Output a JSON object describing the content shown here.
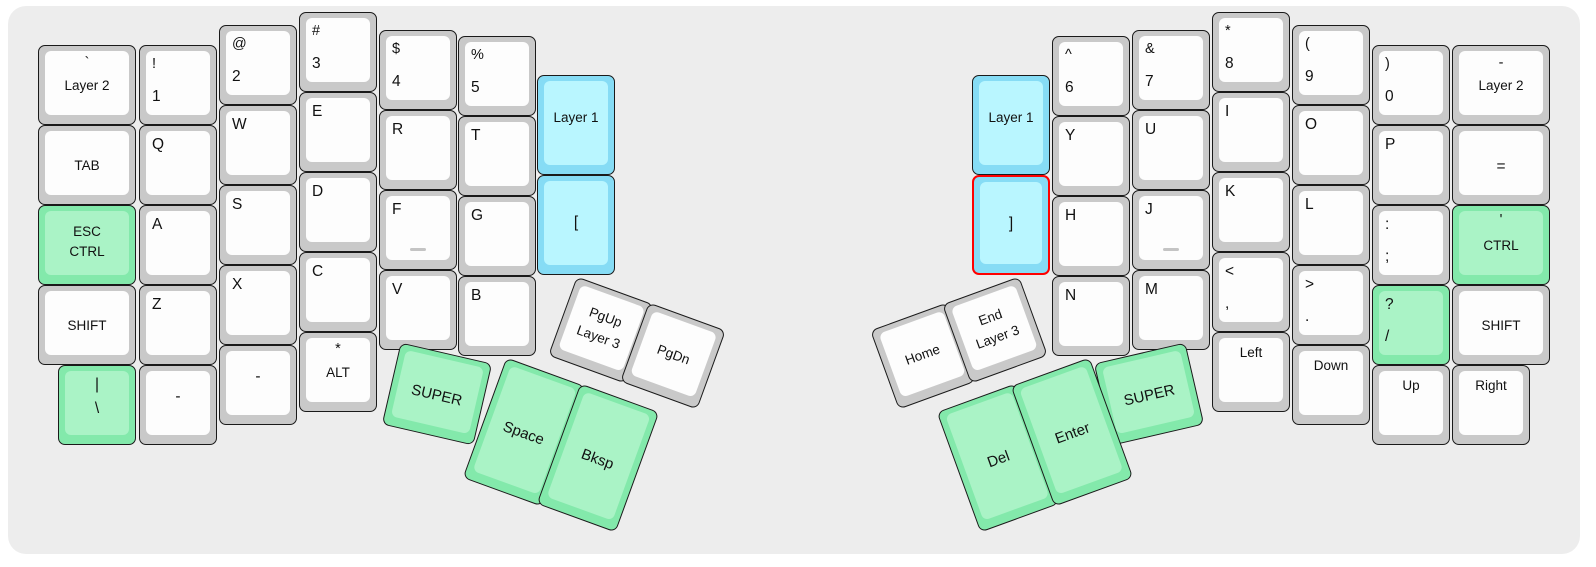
{
  "app": {
    "title": "Keyboard Layout Editor",
    "canvas_background": "#ededed",
    "page_background": "#ffffff"
  },
  "legend": {
    "colors": {
      "plain_key_outer": "#c9c9c9",
      "plain_key_cap": "#fdfdfd",
      "green_outer": "#83e9ab",
      "green_cap": "#aaf3c6",
      "blue_outer": "#86dcf5",
      "blue_cap": "#b9f6ff",
      "selection_outline": "#ff0000",
      "key_border": "#1a1a1a",
      "homing_bar": "#c4c4c4"
    }
  },
  "selection": {
    "selected_key": "]",
    "outline_color": "#ff0000"
  },
  "left_half": {
    "name": "left-half",
    "columns": [
      {
        "name": "pinky-outer",
        "keys": [
          {
            "top": "`",
            "main": "Layer 2",
            "style": "plain",
            "align": "center"
          },
          {
            "top": "",
            "main": "TAB",
            "style": "plain",
            "align": "center"
          },
          {
            "top": "ESC",
            "main": "CTRL",
            "style": "green",
            "align": "center"
          },
          {
            "top": "",
            "main": "SHIFT",
            "style": "plain",
            "align": "center"
          }
        ]
      },
      {
        "name": "pinky",
        "keys": [
          {
            "top": "!",
            "main": "1",
            "style": "plain",
            "align": "left"
          },
          {
            "top": "Q",
            "main": "",
            "style": "plain",
            "align": "left"
          },
          {
            "top": "A",
            "main": "",
            "style": "plain",
            "align": "left"
          },
          {
            "top": "Z",
            "main": "",
            "style": "plain",
            "align": "left"
          },
          {
            "top": "|",
            "main": "\\",
            "style": "green",
            "align": "center"
          }
        ]
      },
      {
        "name": "ring",
        "keys": [
          {
            "top": "@",
            "main": "2",
            "style": "plain",
            "align": "left"
          },
          {
            "top": "W",
            "main": "",
            "style": "plain",
            "align": "left"
          },
          {
            "top": "S",
            "main": "",
            "style": "plain",
            "align": "left"
          },
          {
            "top": "X",
            "main": "",
            "style": "plain",
            "align": "left"
          },
          {
            "top": "-",
            "main": "",
            "style": "plain",
            "align": "center"
          }
        ]
      },
      {
        "name": "middle",
        "keys": [
          {
            "top": "#",
            "main": "3",
            "style": "plain",
            "align": "left"
          },
          {
            "top": "E",
            "main": "",
            "style": "plain",
            "align": "left"
          },
          {
            "top": "D",
            "main": "",
            "style": "plain",
            "align": "left"
          },
          {
            "top": "C",
            "main": "",
            "style": "plain",
            "align": "left"
          },
          {
            "top": "*",
            "main": "ALT",
            "style": "plain",
            "align": "center"
          }
        ]
      },
      {
        "name": "index",
        "keys": [
          {
            "top": "$",
            "main": "4",
            "style": "plain",
            "align": "left"
          },
          {
            "top": "R",
            "main": "",
            "style": "plain",
            "align": "left"
          },
          {
            "top": "F",
            "main": "",
            "style": "plain",
            "align": "left",
            "homing": true
          },
          {
            "top": "V",
            "main": "",
            "style": "plain",
            "align": "left"
          }
        ]
      },
      {
        "name": "index-inner",
        "keys": [
          {
            "top": "%",
            "main": "5",
            "style": "plain",
            "align": "left"
          },
          {
            "top": "T",
            "main": "",
            "style": "plain",
            "align": "left"
          },
          {
            "top": "G",
            "main": "",
            "style": "plain",
            "align": "left"
          },
          {
            "top": "B",
            "main": "",
            "style": "plain",
            "align": "left"
          }
        ]
      },
      {
        "name": "inner-extra",
        "keys": [
          {
            "top": "",
            "main": "Layer 1",
            "style": "blue",
            "align": "center"
          },
          {
            "top": "",
            "main": "[",
            "style": "blue",
            "align": "center"
          }
        ]
      }
    ],
    "thumb_cluster": {
      "name": "left-thumb-cluster",
      "keys": [
        {
          "label": "SUPER",
          "style": "green",
          "size": "1u"
        },
        {
          "top": "PgUp",
          "main": "Layer 3",
          "style": "plain",
          "size": "1u"
        },
        {
          "label": "PgDn",
          "style": "plain",
          "size": "1u"
        },
        {
          "label": "Space",
          "style": "green",
          "size": "1.5u"
        },
        {
          "label": "Bksp",
          "style": "green",
          "size": "1.5u"
        }
      ]
    }
  },
  "right_half": {
    "name": "right-half",
    "columns": [
      {
        "name": "inner-extra",
        "keys": [
          {
            "top": "",
            "main": "Layer 1",
            "style": "blue",
            "align": "center"
          },
          {
            "top": "",
            "main": "]",
            "style": "blue",
            "align": "center",
            "selected": true
          }
        ]
      },
      {
        "name": "index-inner",
        "keys": [
          {
            "top": "^",
            "main": "6",
            "style": "plain",
            "align": "left"
          },
          {
            "top": "Y",
            "main": "",
            "style": "plain",
            "align": "left"
          },
          {
            "top": "H",
            "main": "",
            "style": "plain",
            "align": "left"
          },
          {
            "top": "N",
            "main": "",
            "style": "plain",
            "align": "left"
          }
        ]
      },
      {
        "name": "index",
        "keys": [
          {
            "top": "&",
            "main": "7",
            "style": "plain",
            "align": "left"
          },
          {
            "top": "U",
            "main": "",
            "style": "plain",
            "align": "left"
          },
          {
            "top": "J",
            "main": "",
            "style": "plain",
            "align": "left",
            "homing": true
          },
          {
            "top": "M",
            "main": "",
            "style": "plain",
            "align": "left"
          }
        ]
      },
      {
        "name": "middle",
        "keys": [
          {
            "top": "*",
            "main": "8",
            "style": "plain",
            "align": "left"
          },
          {
            "top": "I",
            "main": "",
            "style": "plain",
            "align": "left"
          },
          {
            "top": "K",
            "main": "",
            "style": "plain",
            "align": "left"
          },
          {
            "top": "<",
            "main": ",",
            "style": "plain",
            "align": "left"
          },
          {
            "top": "Left",
            "main": "",
            "style": "plain",
            "align": "center-top"
          }
        ]
      },
      {
        "name": "ring",
        "keys": [
          {
            "top": "(",
            "main": "9",
            "style": "plain",
            "align": "left"
          },
          {
            "top": "O",
            "main": "",
            "style": "plain",
            "align": "left"
          },
          {
            "top": "L",
            "main": "",
            "style": "plain",
            "align": "left"
          },
          {
            "top": ">",
            "main": ".",
            "style": "plain",
            "align": "left"
          },
          {
            "top": "Down",
            "main": "",
            "style": "plain",
            "align": "center-top"
          }
        ]
      },
      {
        "name": "pinky",
        "keys": [
          {
            "top": ")",
            "main": "0",
            "style": "plain",
            "align": "left"
          },
          {
            "top": "P",
            "main": "",
            "style": "plain",
            "align": "left"
          },
          {
            "top": ":",
            "main": ";",
            "style": "plain",
            "align": "left"
          },
          {
            "top": "?",
            "main": "/",
            "style": "green",
            "align": "left"
          },
          {
            "top": "Up",
            "main": "",
            "style": "plain",
            "align": "center-top"
          }
        ]
      },
      {
        "name": "pinky-outer",
        "keys": [
          {
            "top": "-",
            "main": "Layer 2",
            "style": "plain",
            "align": "center"
          },
          {
            "top": "",
            "main": "=",
            "style": "plain",
            "align": "center"
          },
          {
            "top": "'",
            "main": "CTRL",
            "style": "green",
            "align": "center"
          },
          {
            "top": "",
            "main": "SHIFT",
            "style": "plain",
            "align": "center"
          },
          {
            "top": "Right",
            "main": "",
            "style": "plain",
            "align": "center-top"
          }
        ]
      }
    ],
    "thumb_cluster": {
      "name": "right-thumb-cluster",
      "keys": [
        {
          "label": "Home",
          "style": "plain",
          "size": "1u"
        },
        {
          "top": "End",
          "main": "Layer 3",
          "style": "plain",
          "size": "1u"
        },
        {
          "label": "SUPER",
          "style": "green",
          "size": "1u"
        },
        {
          "label": "Del",
          "style": "green",
          "size": "1.5u"
        },
        {
          "label": "Enter",
          "style": "green",
          "size": "1.5u"
        }
      ]
    }
  }
}
